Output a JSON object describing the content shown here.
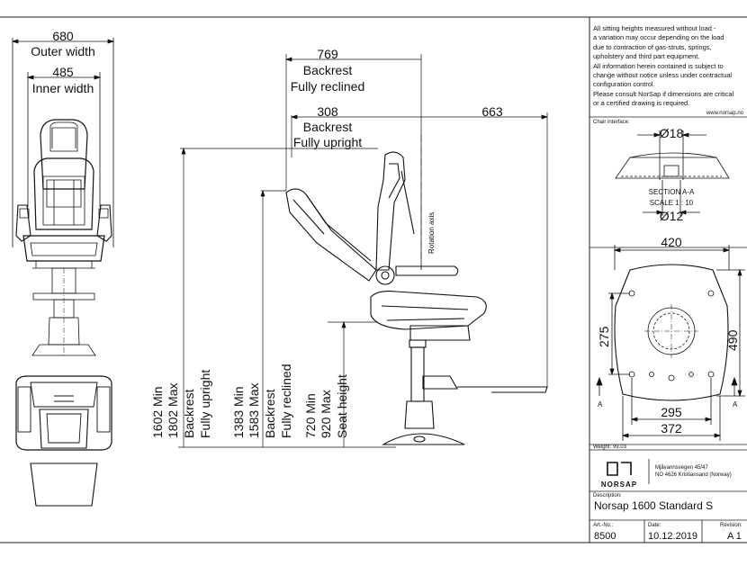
{
  "dimensions": {
    "outer_width_value": "680",
    "outer_width_label": "Outer width",
    "inner_width_value": "485",
    "inner_width_label": "Inner width",
    "backrest_reclined_value": "769",
    "backrest_reclined_label1": "Backrest",
    "backrest_reclined_label2": "Fully reclined",
    "backrest_upright_value": "308",
    "backrest_upright_label1": "Backrest",
    "backrest_upright_label2": "Fully upright",
    "depth_value": "663",
    "rotation_axis": "Rotation axis",
    "v1_min": "1602 Min",
    "v1_max": "1802 Max",
    "v1_l1": "Backrest",
    "v1_l2": "Fully upright",
    "v2_min": "1383 Min",
    "v2_max": "1583 Max",
    "v2_l1": "Backrest",
    "v2_l2": "Fully reclined",
    "v3_min": "720 Min",
    "v3_max": "920 Max",
    "v3_l1": "Seat height",
    "diam_top": "Ø18",
    "section_label": "SECTION A-A",
    "scale_label": "SCALE 1 : 10",
    "diam_bottom": "Ø12",
    "plate_width": "420",
    "plate_height": "490",
    "hole_spacing_v": "275",
    "hole_spacing_h": "295",
    "plate_inner_width": "372",
    "section_marker": "A"
  },
  "notes": [
    "All sitting heights measured without load -",
    "a variation may occur depending on the load",
    "due to contraction of gas-struts, springs,",
    "upholstery and third part equipment.",
    "All information herein contained is subject to",
    "change without notice unless under contractual",
    "configuration control.",
    "Please consult NorSap if dimensions are critical",
    "or a certified drawing is required."
  ],
  "website": "www.norsap.no",
  "chair_interface_label": "Chair interface:",
  "title_block": {
    "weight_label": "Weight: 99.03",
    "company_name": "NORSAP",
    "address_line1": "Mjåvannsvegen 45/47",
    "address_line2": "NO 4626 Kristiansand (Norway)",
    "description_label": "Description:",
    "description": "Norsap 1600 Standard S",
    "art_no_label": "Art.-No.:",
    "art_no": "8500",
    "date_label": "Date:",
    "date": "10.12.2019",
    "revision_label": "Revision:",
    "revision": "A 1"
  },
  "colors": {
    "line": "#111111",
    "frame": "#222222"
  }
}
